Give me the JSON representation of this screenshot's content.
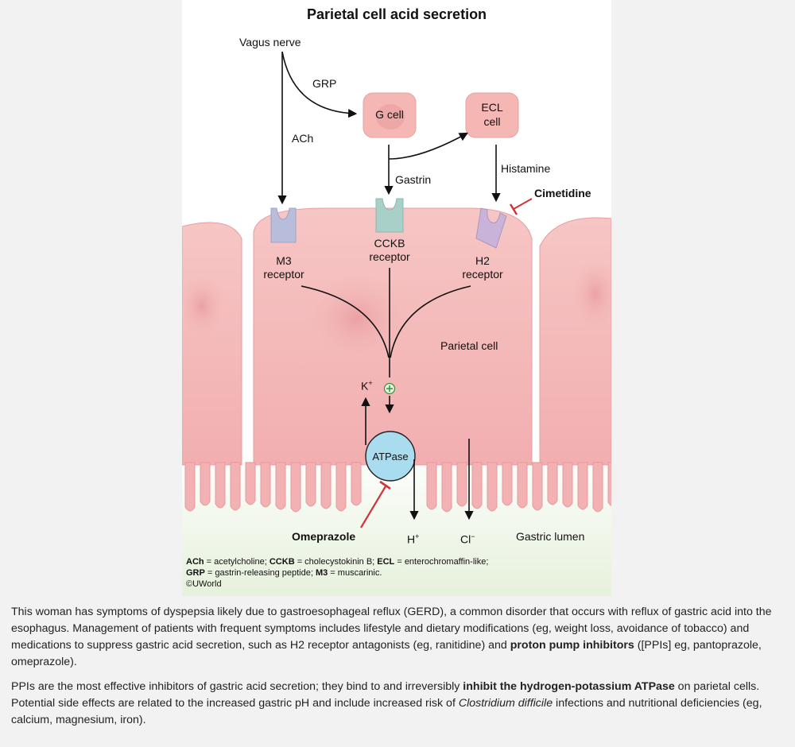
{
  "figure": {
    "title": "Parietal cell acid secretion",
    "labels": {
      "vagus": "Vagus nerve",
      "grp": "GRP",
      "ach": "ACh",
      "g_cell": "G cell",
      "ecl_line1": "ECL",
      "ecl_line2": "cell",
      "gastrin": "Gastrin",
      "histamine": "Histamine",
      "cimetidine": "Cimetidine",
      "m3_line1": "M3",
      "m3_line2": "receptor",
      "cckb_line1": "CCKB",
      "cckb_line2": "receptor",
      "h2_line1": "H2",
      "h2_line2": "receptor",
      "parietal_cell": "Parietal cell",
      "k_ion": "K",
      "k_charge": "+",
      "atpase": "ATPase",
      "omeprazole": "Omeprazole",
      "h_ion": "H",
      "h_charge": "+",
      "cl_ion": "Cl",
      "cl_charge": "−",
      "gastric_lumen": "Gastric lumen"
    },
    "legend": {
      "ach_abbr": "ACh",
      "ach_def": " = acetylcholine; ",
      "cckb_abbr": "CCKB",
      "cckb_def": " = cholecystokinin B; ",
      "ecl_abbr": "ECL",
      "ecl_def": " = enterochromaffin-like;",
      "grp_abbr": "GRP",
      "grp_def": " = gastrin-releasing peptide; ",
      "m3_abbr": "M3",
      "m3_def": " = muscarinic.",
      "copyright": "©UWorld"
    },
    "colors": {
      "cell_pink": "#f4b8b8",
      "m3_receptor": "#b7bddb",
      "cckb_receptor": "#a8cfc8",
      "h2_receptor": "#c9b3d8",
      "atpase_blue": "#a9dcef",
      "inhibitor_red": "#d0343a",
      "lumen_green": "#e8f2e0"
    }
  },
  "explanation": {
    "p1_a": "This woman has symptoms of dyspepsia likely due to gastroesophageal reflux (GERD), a common disorder that occurs with reflux of gastric acid into the esophagus.  Management of patients with frequent symptoms includes lifestyle and dietary modifications (eg, weight loss, avoidance of tobacco) and medications to suppress gastric acid secretion, such as H2 receptor antagonists (eg, ranitidine) and ",
    "p1_bold": "proton pump inhibitors",
    "p1_b": " ([PPIs] eg, pantoprazole, omeprazole).",
    "p2_a": "PPIs are the most effective inhibitors of gastric acid secretion; they bind to and irreversibly ",
    "p2_bold": "inhibit the hydrogen-potassium ATPase",
    "p2_b": " on parietal cells.  Potential side effects are related to the increased gastric pH and include increased risk of ",
    "p2_italic": "Clostridium difficile",
    "p2_c": " infections and nutritional deficiencies (eg, calcium, magnesium, iron)."
  }
}
